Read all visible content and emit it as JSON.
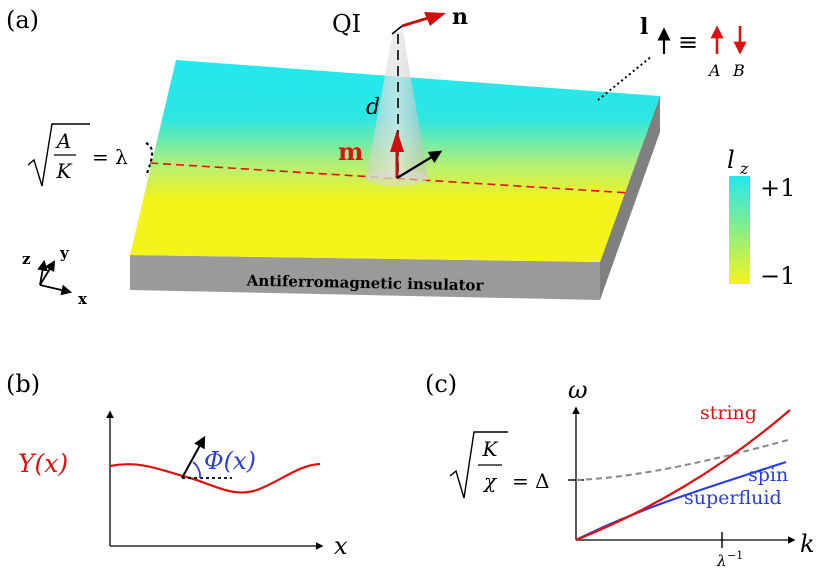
{
  "panel_a": {
    "label": "(a)",
    "probe_label": "QI",
    "n_label": "n",
    "d_label": "d",
    "m_label": "m",
    "l_label": "l",
    "equiv_symbol": "≡",
    "sublattice_a": "A",
    "sublattice_b": "B",
    "lambda_frac_num": "A",
    "lambda_frac_den": "K",
    "lambda_eq": "= λ",
    "slab_label": "Antiferromagnetic insulator",
    "axis_z": "z",
    "axis_y": "y",
    "axis_x": "x",
    "colorbar_label": "l",
    "colorbar_sub": "z",
    "colorbar_top": "+1",
    "colorbar_bottom": "−1",
    "colors": {
      "cyan": "#22e8f0",
      "yellow": "#f4f41a",
      "accent_red": "#e01010",
      "slab_side": "#9a9a9a"
    }
  },
  "panel_b": {
    "label": "(b)",
    "y_label": "Y(x)",
    "phi_label": "Φ(x)",
    "x_axis_label": "x",
    "colors": {
      "curve": "#e01010",
      "phi": "#2a3ee0"
    }
  },
  "panel_c": {
    "label": "(c)",
    "omega_label": "ω",
    "k_label": "k",
    "gap_frac_num": "K",
    "gap_frac_den": "χ",
    "gap_eq": "= Δ",
    "tick_label": "λ",
    "tick_sup": "−1",
    "string_label": "string",
    "spin_label": "spin",
    "superfluid_label": "superfluid",
    "colors": {
      "string": "#e01010",
      "spin": "#2a3ee0",
      "dashed": "#888888"
    }
  }
}
